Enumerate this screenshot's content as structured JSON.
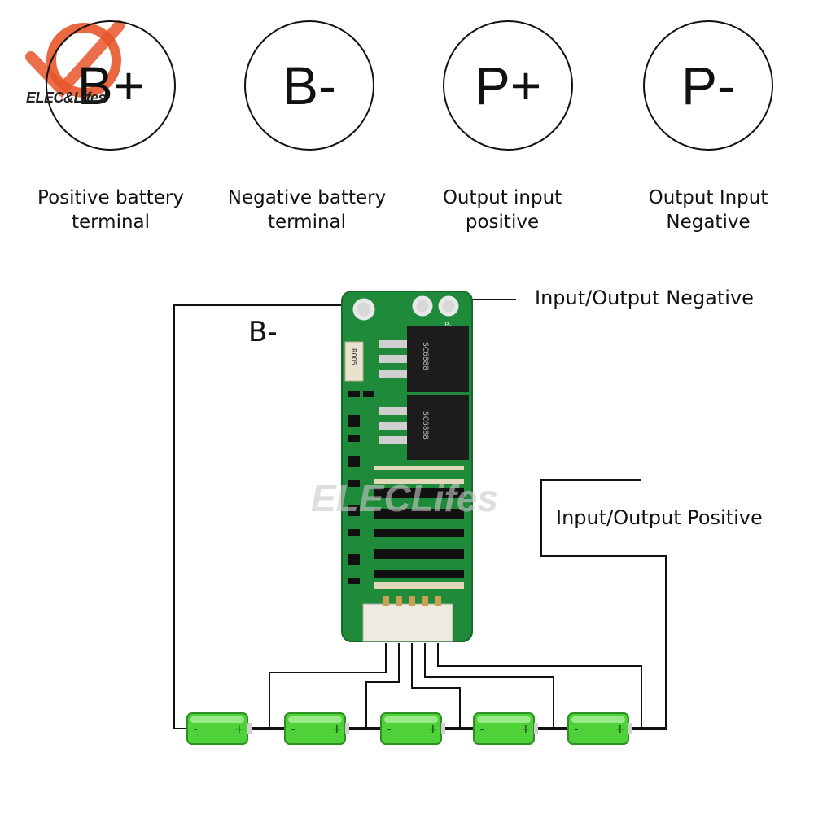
{
  "brand": {
    "logo_text": "ELEC&Lifes",
    "watermark_text": "ELECLifes"
  },
  "terminals": [
    {
      "symbol": "B+",
      "label_line1": "Positive battery",
      "label_line2": "terminal"
    },
    {
      "symbol": "B-",
      "label_line1": "Negative battery",
      "label_line2": "terminal"
    },
    {
      "symbol": "P+",
      "label_line1": "Output input",
      "label_line2": "positive"
    },
    {
      "symbol": "P-",
      "label_line1": "Output Input",
      "label_line2": "Negative"
    }
  ],
  "diagram": {
    "b_minus_label": "B-",
    "io_negative_label": "Input/Output Negative",
    "io_positive_label": "Input/Output Positive",
    "board": {
      "resistor_text": "R005",
      "mosfet_text": "SC6888",
      "pad_label": "P-"
    },
    "battery_count": 5,
    "battery_minus": "-",
    "battery_plus": "+"
  },
  "colors": {
    "pcb": "#1f8a3a",
    "battery": "#4fd13a",
    "wire": "#111111",
    "logo": "#e8562a"
  }
}
